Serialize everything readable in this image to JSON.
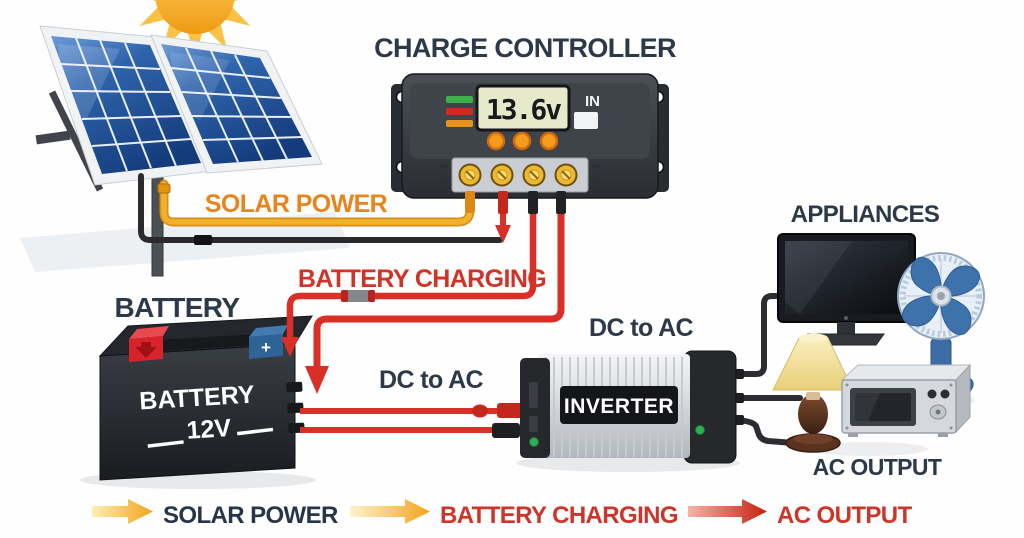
{
  "charge_controller": {
    "title": "CHARGE CONTROLLER",
    "display_value": "13.6v",
    "in_label": "IN"
  },
  "wire_labels": {
    "solar_power": "SOLAR POWER",
    "battery_charging": "BATTERY CHARGING",
    "dc_to_ac_battery": "DC to AC",
    "dc_to_ac_inverter": "DC to AC"
  },
  "battery": {
    "heading": "BATTERY",
    "front_line1": "BATTERY",
    "front_line2": "12V",
    "positive_terminal": "+"
  },
  "inverter": {
    "label": "INVERTER"
  },
  "appliances": {
    "heading": "APPLIANCES",
    "output_label": "AC OUTPUT",
    "icons": [
      "tv-monitor-icon",
      "desk-fan-icon",
      "table-lamp-icon",
      "microwave-icon"
    ]
  },
  "legend": {
    "items": [
      {
        "label": "SOLAR POWER",
        "arrow_color": "#f2a41d",
        "text_color": "#263648"
      },
      {
        "label": "BATTERY CHARGING",
        "arrow_color": "#f2a41d",
        "text_color": "#ce352a"
      },
      {
        "label": "AC OUTPUT",
        "arrow_color": "#c6200f",
        "text_color": "#ce352a"
      }
    ]
  },
  "connections": [
    {
      "from": "solar-panels",
      "to": "charge-controller",
      "label": "SOLAR POWER",
      "wire_color": "yellow"
    },
    {
      "from": "charge-controller",
      "to": "battery",
      "label": "BATTERY CHARGING",
      "wire_color": "red"
    },
    {
      "from": "battery",
      "to": "inverter",
      "label": "DC to AC",
      "wire_color": "red"
    },
    {
      "from": "inverter",
      "to": "appliances",
      "label": "AC OUTPUT",
      "wire_color": "black"
    }
  ],
  "colors": {
    "label_dark": "#2c3948",
    "label_orange": "#e8841b",
    "label_red": "#d23327",
    "wire_yellow": "#f3b02b",
    "wire_red": "#da2f26",
    "wire_black": "#2b2b2e",
    "lcd_background": "#e6eacb",
    "lcd_text": "#17191c",
    "panel_blue": "#1d4f8f",
    "led_green": "#3db04b",
    "led_red": "#d02a22",
    "led_orange": "#e59420"
  }
}
